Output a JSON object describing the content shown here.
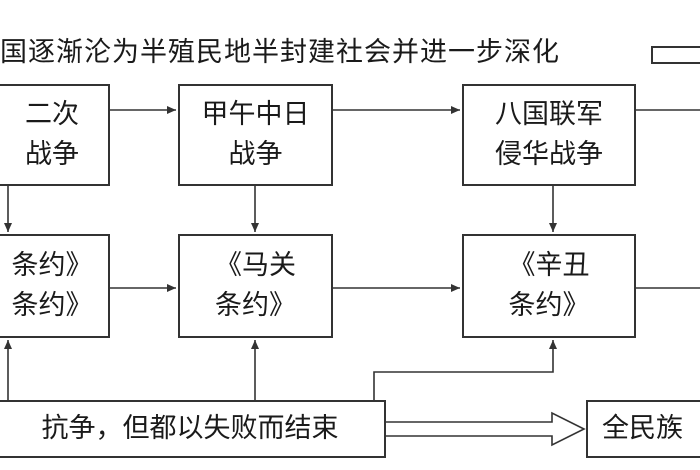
{
  "top_title": "国逐渐沦为半殖民地半封建社会并进一步深化",
  "boxes": {
    "war2": {
      "line1": "二次",
      "line2": "战争"
    },
    "jiawu": {
      "line1": "甲午中日",
      "line2": "战争"
    },
    "baguo": {
      "line1": "八国联军",
      "line2": "侵华战争"
    },
    "treaties_left": {
      "line1": "条约》",
      "line2": "条约》"
    },
    "maguan": {
      "line1": "《马关",
      "line2": "条约》"
    },
    "xinchou": {
      "line1": "《辛丑",
      "line2": "条约》"
    },
    "resist": {
      "text": "抗争，但都以失败而结束"
    },
    "quanmin": {
      "text": "全民族"
    }
  },
  "colors": {
    "line": "#333333",
    "text": "#1a1a1a"
  }
}
